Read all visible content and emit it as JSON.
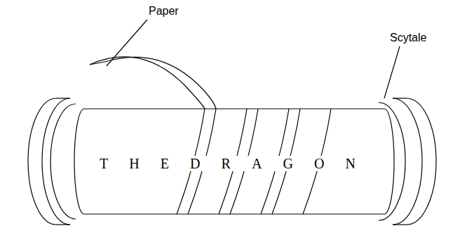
{
  "diagram": {
    "labels": [
      "Paper",
      "Scytale",
      "THEDRAGON"
    ]
  }
}
